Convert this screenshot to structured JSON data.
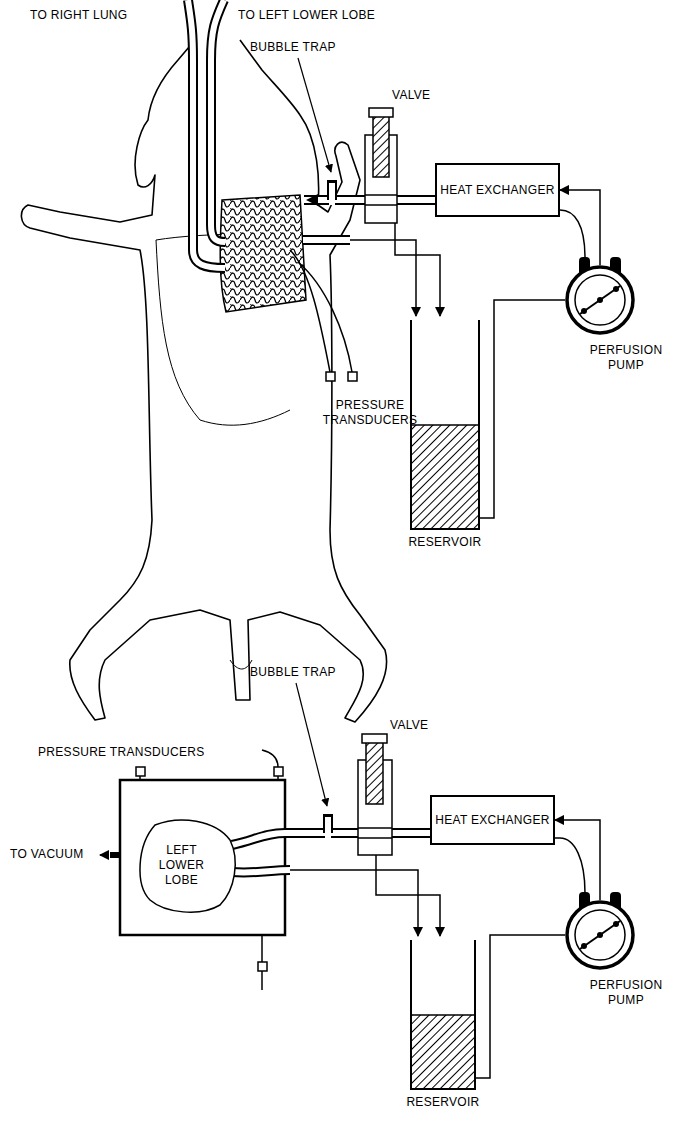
{
  "diagram": {
    "nodes": [
      {
        "text": [
          "HEAT EXCHANGER"
        ]
      },
      {
        "text": [
          "PERFUSION PUMP"
        ]
      },
      {
        "text": [
          "RESERVOIR"
        ]
      },
      {
        "text": [
          "LEFT LOWER LOBE"
        ]
      },
      {
        "text": [
          "HEAT EXCHANGER"
        ]
      },
      {
        "text": [
          "PERFUSION PUMP"
        ]
      },
      {
        "text": [
          "RESERVOIR"
        ]
      }
    ],
    "edges": [
      {
        "from": 1,
        "to": 0,
        "arrow": "to"
      },
      {
        "from": 2,
        "to": 1,
        "arrow": "none"
      },
      {
        "from": 5,
        "to": 4,
        "arrow": "to"
      },
      {
        "from": 6,
        "to": 5,
        "arrow": "none"
      }
    ],
    "labels": [
      "TO RIGHT LUNG",
      "TO LEFT LOWER LOBE",
      "BUBBLE TRAP",
      "VALVE",
      "PRESSURE TRANSDUCERS",
      "TO VACUUM",
      "PRESSURE TRANSDUCERS",
      "BUBBLE TRAP",
      "VALVE"
    ]
  }
}
